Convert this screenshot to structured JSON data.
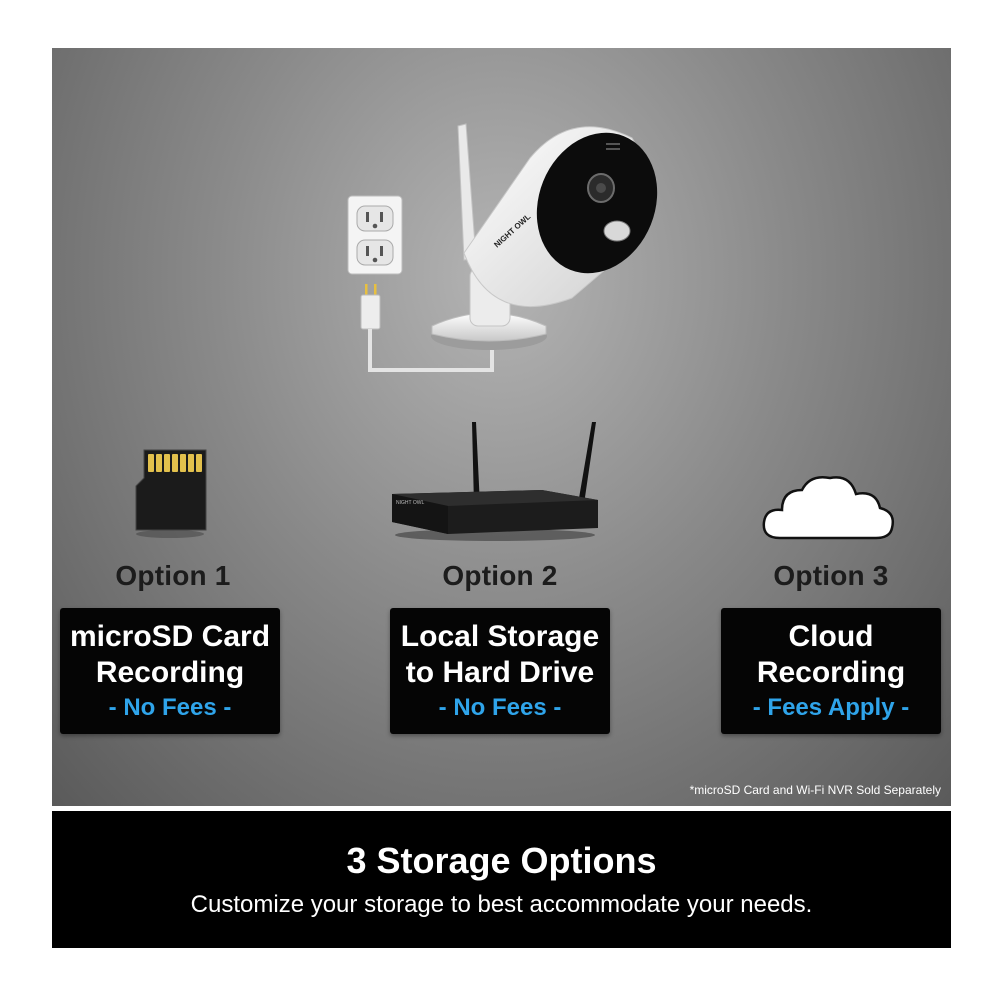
{
  "hero": {
    "camera_brand": "NIGHT OWL"
  },
  "options": [
    {
      "label": "Option 1",
      "title_lines": [
        "microSD Card",
        "Recording"
      ],
      "fees": "- No Fees -",
      "icon": "microsd-card-icon"
    },
    {
      "label": "Option 2",
      "title_lines": [
        "Local Storage",
        "to Hard Drive"
      ],
      "fees": "- No Fees -",
      "icon": "nvr-recorder-icon",
      "device_brand": "NIGHT OWL"
    },
    {
      "label": "Option 3",
      "title_lines": [
        "Cloud",
        "Recording"
      ],
      "fees": "- Fees Apply -",
      "icon": "cloud-icon"
    }
  ],
  "footnote": "*microSD Card and Wi-Fi NVR Sold Separately",
  "banner": {
    "title": "3 Storage Options",
    "subtitle": "Customize your storage to best accommodate your needs."
  },
  "colors": {
    "fee_text": "#2fa4ea",
    "box_background": "#050505",
    "banner_background": "#000000"
  }
}
